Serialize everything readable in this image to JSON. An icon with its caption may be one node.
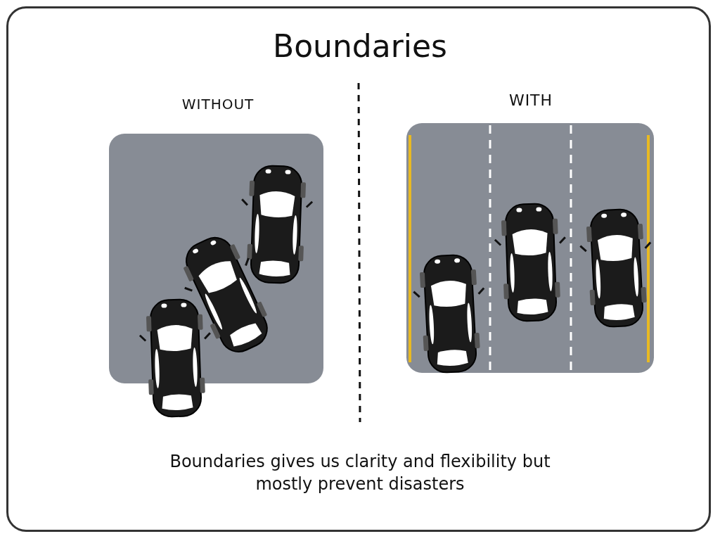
{
  "diagram": {
    "title": "Boundaries",
    "labels": [
      "WITHOUT",
      "WITH"
    ],
    "caption": "Boundaries gives us clarity and flexibility but mostly prevent disasters"
  }
}
